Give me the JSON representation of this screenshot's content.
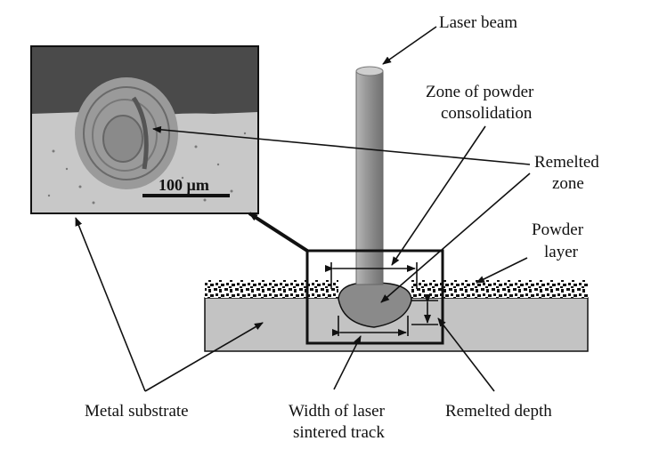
{
  "labels": {
    "laser_beam": "Laser beam",
    "zone_consolidation_line1": "Zone of powder",
    "zone_consolidation_line2": "consolidation",
    "remelted_zone_line1": "Remelted",
    "remelted_zone_line2": "zone",
    "powder_layer_line1": "Powder",
    "powder_layer_line2": "layer",
    "metal_substrate": "Metal substrate",
    "track_width_line1": "Width of laser",
    "track_width_line2": "sintered track",
    "remelted_depth": "Remelted depth"
  },
  "micrograph": {
    "scale_bar_label": "100 µm"
  },
  "colors": {
    "substrate": "#c3c3c3",
    "beam": "#9a9a9a",
    "melt_pool": "#8a8a8a",
    "micrograph_dark": "#4a4a4a",
    "micrograph_light": "#c8c8c8"
  }
}
